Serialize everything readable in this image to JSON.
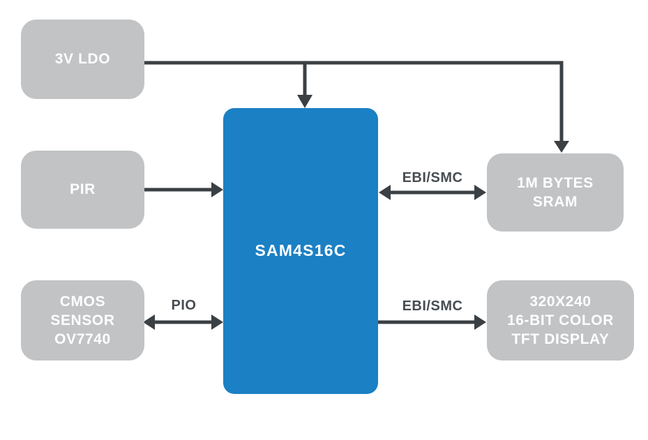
{
  "colors": {
    "block_fill": "#c1c3c5",
    "cpu_fill": "#1b80c4",
    "block_text": "#ffffff",
    "arrow": "#3a4044",
    "bus_label": "#474d52"
  },
  "blocks": {
    "ldo": "3V LDO",
    "pir": "PIR",
    "cmos": "CMOS\nSENSOR\nOV7740",
    "cpu": "SAM4S16C",
    "sram": "1M BYTES\nSRAM",
    "tft": "320X240\n16-BIT COLOR\nTFT DISPLAY"
  },
  "bus_labels": {
    "pio": "PIO",
    "ebi_smc_sram": "EBI/SMC",
    "ebi_smc_tft": "EBI/SMC"
  }
}
